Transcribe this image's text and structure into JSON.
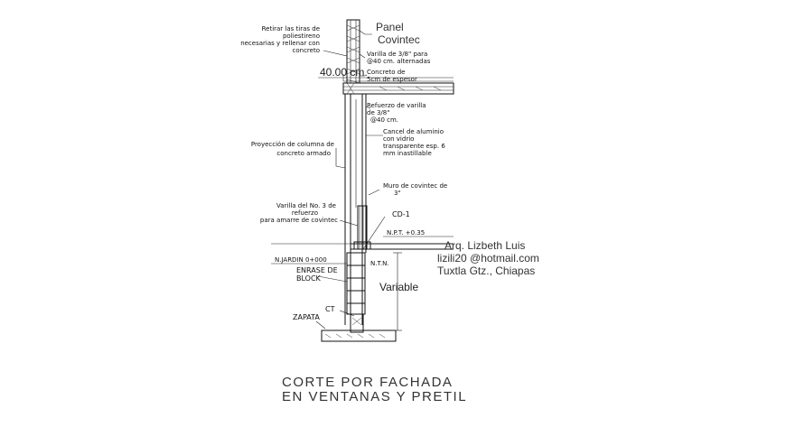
{
  "notes": {
    "retirar": [
      "Retirar las tiras de",
      "poliestireno",
      "necesarias y rellenar con",
      "concreto"
    ],
    "panel": [
      "Panel",
      "Covintec"
    ],
    "varilla_top": [
      "Varilla de 3/8\" para",
      "@40 cm. alternadas"
    ],
    "dim_40": "40.00 cm.",
    "concreto": [
      "Concreto de",
      "5cm de espesor"
    ],
    "refuerzo": [
      "Refuerzo de varilla",
      "de 3/8\"",
      "@40 cm."
    ],
    "cancel": [
      "Cancel de aluminio",
      "con vidrio",
      "transparente esp. 6",
      "mm inastillable"
    ],
    "proyeccion": [
      "Proyección de columna de",
      "concreto armado"
    ],
    "muro": [
      "Muro de covintec de",
      "3\""
    ],
    "varilla_no3": [
      "Varilla del No. 3 de",
      "refuerzo",
      "para amarre de covintec"
    ],
    "cd1": "CD-1",
    "npt": "N.P.T. +0.35",
    "njardin": "N.JARDIN 0+000",
    "ntn": "N.T.N.",
    "enrase": [
      "ENRASE DE",
      "BLOCK"
    ],
    "variable": "Variable",
    "ct": "CT",
    "zapata": "ZAPATA"
  },
  "author": {
    "name": "Arq. Lizbeth Luis",
    "email": "lizili20 @hotmail.com",
    "city": "Tuxtla Gtz., Chiapas"
  },
  "title": {
    "line1": "CORTE POR FACHADA",
    "line2": "EN VENTANAS Y PRETIL"
  }
}
